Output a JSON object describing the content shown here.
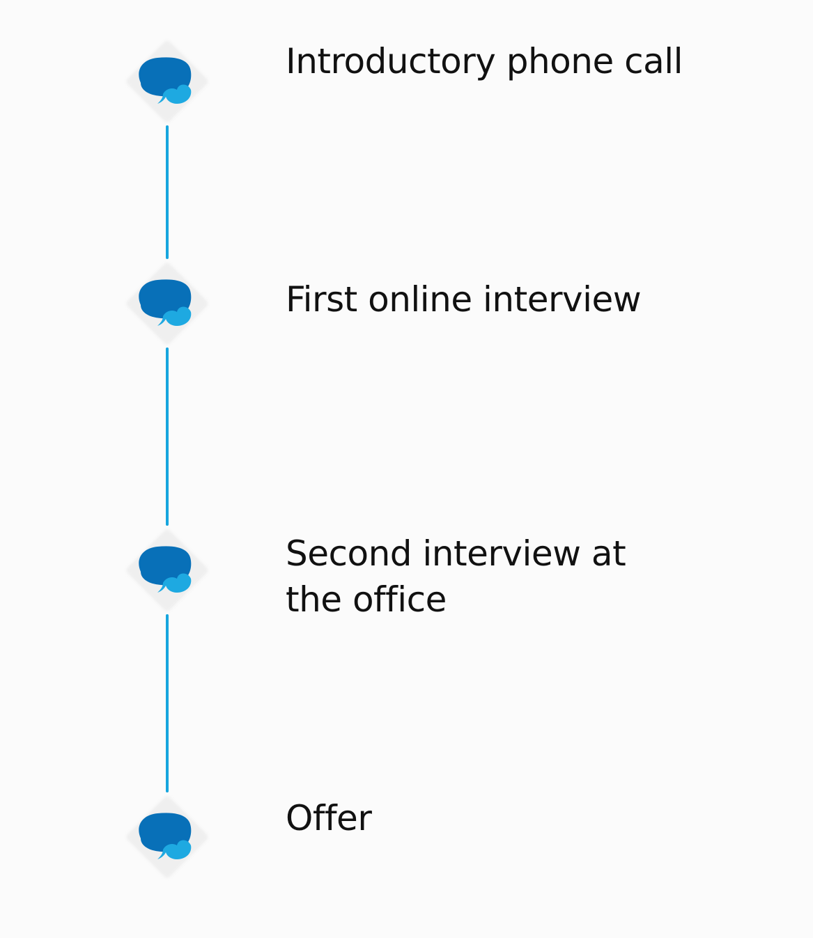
{
  "timeline": {
    "accent_color": "#17a6de",
    "icon_dark_color": "#0870b8",
    "icon_light_color": "#1ea9e1",
    "steps": [
      {
        "label": "Introductory phone call",
        "icon": "speech-bubble-icon"
      },
      {
        "label": "First online interview",
        "icon": "speech-bubble-icon"
      },
      {
        "label": "Second interview at the office",
        "icon": "speech-bubble-icon"
      },
      {
        "label": "Offer",
        "icon": "speech-bubble-icon"
      }
    ]
  }
}
